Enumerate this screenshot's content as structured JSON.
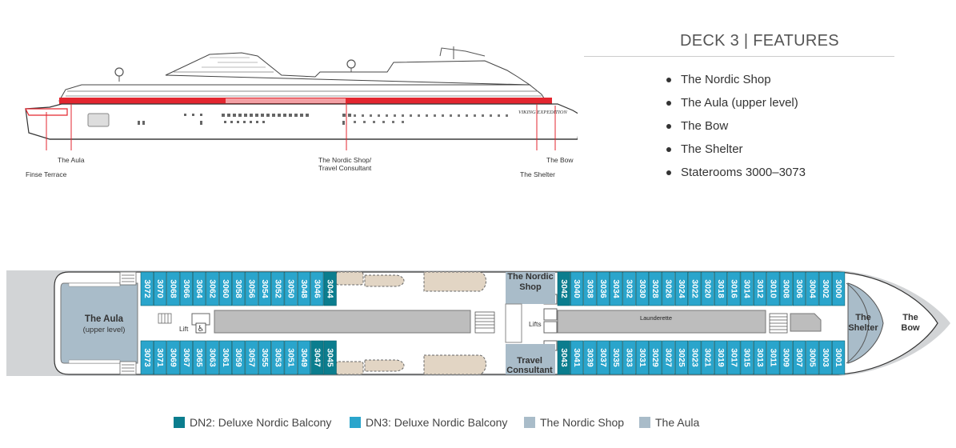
{
  "colors": {
    "dn2": "#0b7d8e",
    "dn3": "#2aa5cc",
    "nordic_shop": "#a9bcc9",
    "aula": "#a9bcc9",
    "highlight": "#e3262f",
    "hull": "#d2d4d6",
    "corridor": "#bdbdbd"
  },
  "profile": {
    "ship_name": "VIKING EXPEDITION",
    "labels": {
      "finse_terrace": "Finse Terrace",
      "aula": "The Aula",
      "nordic_shop_line1": "The Nordic Shop/",
      "nordic_shop_line2": "Travel Consultant",
      "shelter": "The Shelter",
      "bow": "The Bow"
    }
  },
  "features": {
    "title": "DECK 3 | FEATURES",
    "items": [
      "The Nordic Shop",
      "The Aula (upper level)",
      "The Bow",
      "The Shelter",
      "Staterooms 3000–3073"
    ]
  },
  "plan": {
    "aula_line1": "The Aula",
    "aula_line2": "(upper level)",
    "lift": "Lift",
    "lifts": "Lifts",
    "launderette": "Launderette",
    "nordic_shop_line1": "The Nordic",
    "nordic_shop_line2": "Shop",
    "travel_line1": "Travel",
    "travel_line2": "Consultant",
    "shelter_line1": "The",
    "shelter_line2": "Shelter",
    "bow_line1": "The",
    "bow_line2": "Bow",
    "rooms": {
      "top_aft": [
        {
          "n": "3072",
          "c": "dn3"
        },
        {
          "n": "3070",
          "c": "dn3"
        },
        {
          "n": "3068",
          "c": "dn3"
        },
        {
          "n": "3066",
          "c": "dn3"
        },
        {
          "n": "3064",
          "c": "dn3"
        },
        {
          "n": "3062",
          "c": "dn3"
        },
        {
          "n": "3060",
          "c": "dn3"
        },
        {
          "n": "3058",
          "c": "dn3"
        },
        {
          "n": "3056",
          "c": "dn3"
        },
        {
          "n": "3054",
          "c": "dn3"
        },
        {
          "n": "3052",
          "c": "dn3"
        },
        {
          "n": "3050",
          "c": "dn3"
        },
        {
          "n": "3048",
          "c": "dn3"
        },
        {
          "n": "3046",
          "c": "dn3"
        },
        {
          "n": "3044",
          "c": "dn2"
        }
      ],
      "bottom_aft": [
        {
          "n": "3073",
          "c": "dn3"
        },
        {
          "n": "3071",
          "c": "dn3"
        },
        {
          "n": "3069",
          "c": "dn3"
        },
        {
          "n": "3067",
          "c": "dn3"
        },
        {
          "n": "3065",
          "c": "dn3"
        },
        {
          "n": "3063",
          "c": "dn3"
        },
        {
          "n": "3061",
          "c": "dn3"
        },
        {
          "n": "3059",
          "c": "dn3"
        },
        {
          "n": "3057",
          "c": "dn3"
        },
        {
          "n": "3055",
          "c": "dn3"
        },
        {
          "n": "3053",
          "c": "dn3"
        },
        {
          "n": "3051",
          "c": "dn3"
        },
        {
          "n": "3049",
          "c": "dn3"
        },
        {
          "n": "3047",
          "c": "dn2"
        },
        {
          "n": "3045",
          "c": "dn2"
        }
      ],
      "top_fwd": [
        {
          "n": "3042",
          "c": "dn2"
        },
        {
          "n": "3040",
          "c": "dn3"
        },
        {
          "n": "3038",
          "c": "dn3"
        },
        {
          "n": "3036",
          "c": "dn3"
        },
        {
          "n": "3034",
          "c": "dn3"
        },
        {
          "n": "3032",
          "c": "dn3"
        },
        {
          "n": "3030",
          "c": "dn3"
        },
        {
          "n": "3028",
          "c": "dn3"
        },
        {
          "n": "3026",
          "c": "dn3"
        },
        {
          "n": "3024",
          "c": "dn3"
        },
        {
          "n": "3022",
          "c": "dn3"
        },
        {
          "n": "3020",
          "c": "dn3"
        },
        {
          "n": "3018",
          "c": "dn3"
        },
        {
          "n": "3016",
          "c": "dn3"
        },
        {
          "n": "3014",
          "c": "dn3"
        },
        {
          "n": "3012",
          "c": "dn3"
        },
        {
          "n": "3010",
          "c": "dn3"
        },
        {
          "n": "3008",
          "c": "dn3"
        },
        {
          "n": "3006",
          "c": "dn3"
        },
        {
          "n": "3004",
          "c": "dn3"
        },
        {
          "n": "3002",
          "c": "dn3"
        },
        {
          "n": "3000",
          "c": "dn3"
        }
      ],
      "bottom_fwd": [
        {
          "n": "3043",
          "c": "dn2"
        },
        {
          "n": "3041",
          "c": "dn3"
        },
        {
          "n": "3039",
          "c": "dn3"
        },
        {
          "n": "3037",
          "c": "dn3"
        },
        {
          "n": "3035",
          "c": "dn3"
        },
        {
          "n": "3033",
          "c": "dn3"
        },
        {
          "n": "3031",
          "c": "dn3"
        },
        {
          "n": "3029",
          "c": "dn3"
        },
        {
          "n": "3027",
          "c": "dn3"
        },
        {
          "n": "3025",
          "c": "dn3"
        },
        {
          "n": "3023",
          "c": "dn3"
        },
        {
          "n": "3021",
          "c": "dn3"
        },
        {
          "n": "3019",
          "c": "dn3"
        },
        {
          "n": "3017",
          "c": "dn3"
        },
        {
          "n": "3015",
          "c": "dn3"
        },
        {
          "n": "3013",
          "c": "dn3"
        },
        {
          "n": "3011",
          "c": "dn3"
        },
        {
          "n": "3009",
          "c": "dn3"
        },
        {
          "n": "3007",
          "c": "dn3"
        },
        {
          "n": "3005",
          "c": "dn3"
        },
        {
          "n": "3003",
          "c": "dn3"
        },
        {
          "n": "3001",
          "c": "dn3"
        }
      ]
    }
  },
  "legend": [
    {
      "label": "DN2: Deluxe Nordic Balcony",
      "color": "#0b7d8e"
    },
    {
      "label": "DN3: Deluxe Nordic Balcony",
      "color": "#2aa5cc"
    },
    {
      "label": "The Nordic Shop",
      "color": "#a9bcc9"
    },
    {
      "label": "The Aula",
      "color": "#a9bcc9"
    }
  ]
}
